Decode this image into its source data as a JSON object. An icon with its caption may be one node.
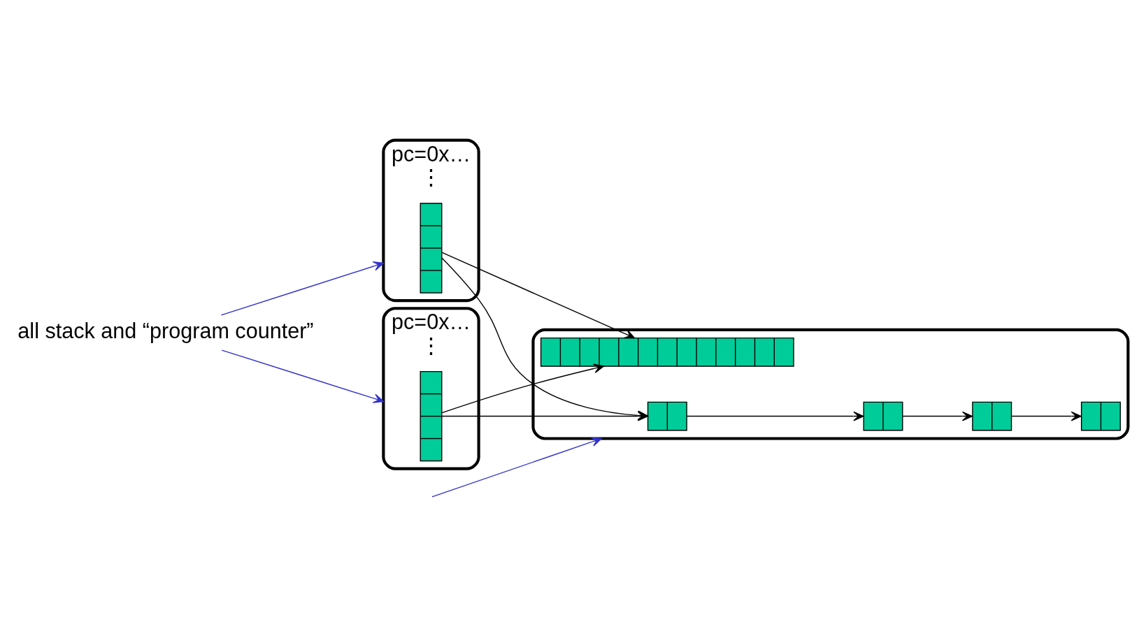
{
  "diagram": {
    "nodes": [
      {
        "text": [
          "all stack and “program counter”"
        ]
      },
      {
        "text": [
          "pc=0x…",
          "⋮"
        ]
      },
      {
        "text": [],
        "shape": "box",
        "in": 1
      },
      {
        "text": [
          "pc=0x…",
          "⋮"
        ]
      },
      {
        "text": [],
        "shape": "box",
        "in": 3
      },
      {
        "text": [],
        "shape": "ellipse"
      },
      {
        "text": [],
        "shape": "box",
        "in": 5
      },
      {
        "text": [],
        "shape": "box",
        "in": 5
      },
      {
        "text": [],
        "shape": "box",
        "in": 5
      },
      {
        "text": [],
        "shape": "box",
        "in": 5
      },
      {
        "text": [],
        "shape": "box",
        "in": 5
      }
    ],
    "edges": [
      {
        "from": 0,
        "to": 1,
        "arrow": "to",
        "color": "#3333cc"
      },
      {
        "from": 0,
        "to": 3,
        "arrow": "to",
        "color": "#3333cc"
      },
      {
        "from": null,
        "to": 5,
        "arrow": "to",
        "color": "#3333cc"
      },
      {
        "from": 2,
        "to": 6,
        "arrow": "to"
      },
      {
        "from": 2,
        "to": 10,
        "arrow": "to"
      },
      {
        "from": 4,
        "to": 10,
        "arrow": "to"
      },
      {
        "from": 4,
        "to": 6,
        "arrow": "to"
      },
      {
        "from": 6,
        "to": 7,
        "arrow": "to"
      },
      {
        "from": 7,
        "to": 8,
        "arrow": "to"
      },
      {
        "from": 8,
        "to": 9,
        "arrow": "to"
      }
    ]
  }
}
